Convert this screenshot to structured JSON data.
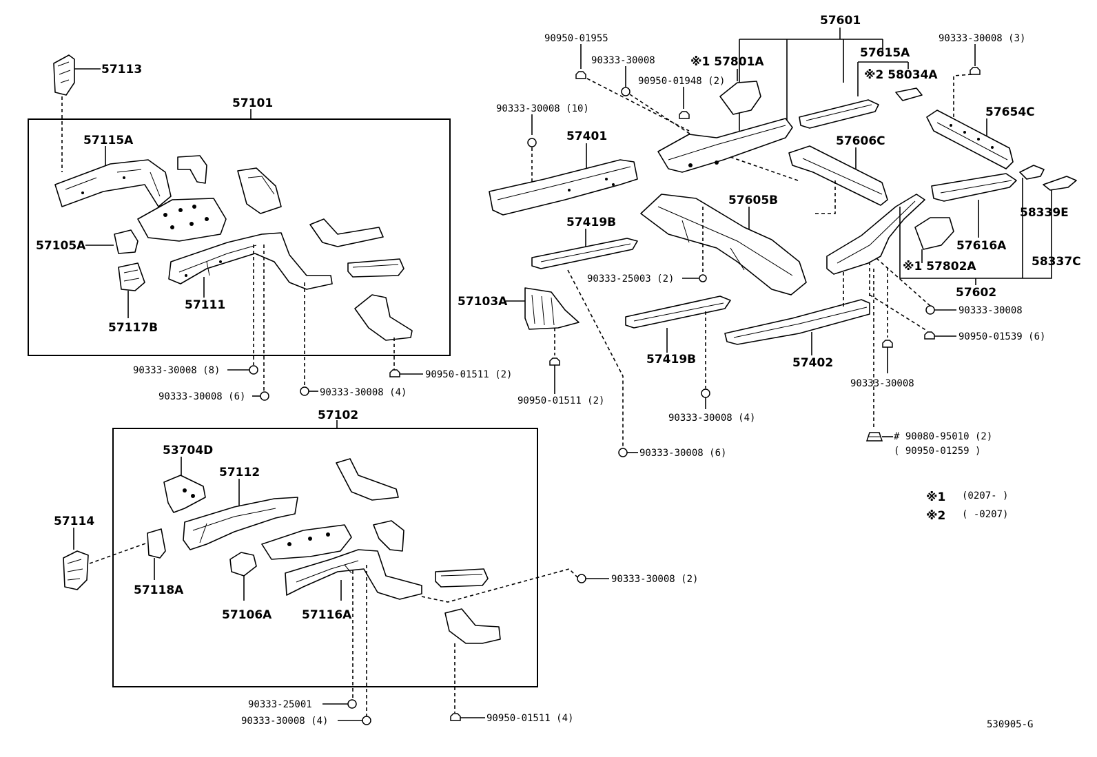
{
  "parts": {
    "p57113": "57113",
    "p57101": "57101",
    "p57115A": "57115A",
    "p57105A": "57105A",
    "p57117B": "57117B",
    "p57111": "57111",
    "p57102": "57102",
    "p53704D": "53704D",
    "p57112": "57112",
    "p57114": "57114",
    "p57118A": "57118A",
    "p57106A": "57106A",
    "p57116A": "57116A",
    "p57601": "57601",
    "p57801A": "※1 57801A",
    "p57615A": "57615A",
    "p58034A": "※2 58034A",
    "p57654C": "57654C",
    "p57401": "57401",
    "p57606C": "57606C",
    "p57605B": "57605B",
    "p57419B_top": "57419B",
    "p57419B_bot": "57419B",
    "p57103A": "57103A",
    "p57402": "57402",
    "p58339E": "58339E",
    "p57616A": "57616A",
    "p58337C": "58337C",
    "p57802A": "※1 57802A",
    "p57602": "57602"
  },
  "fasteners": {
    "f1": "90950-01955",
    "f2": "90333-30008",
    "f3": "90950-01948 (2)",
    "f4": "90333-30008 (10)",
    "f5": "90333-30008 (3)",
    "f6": "90333-25003 (2)",
    "f7": "90333-30008",
    "f8": "90950-01539 (6)",
    "f9": "90333-30008",
    "f10": "90950-01511 (2)",
    "f11": "90333-30008 (4)",
    "f12": "90333-30008 (6)",
    "f13": "# 90080-95010 (2)",
    "f14": "( 90950-01259 )",
    "f15": "90333-30008 (8)",
    "f16": "90333-30008 (6)",
    "f17": "90333-30008 (4)",
    "f18": "90950-01511 (2)",
    "f19": "90333-30008 (2)",
    "f20": "90333-25001",
    "f21": "90333-30008 (4)",
    "f22": "90950-01511 (4)"
  },
  "notes": {
    "n1_mark": "※1",
    "n1_range": "(0207-        )",
    "n2_mark": "※2",
    "n2_range": "(        -0207)"
  },
  "figure_id": "530905-G"
}
